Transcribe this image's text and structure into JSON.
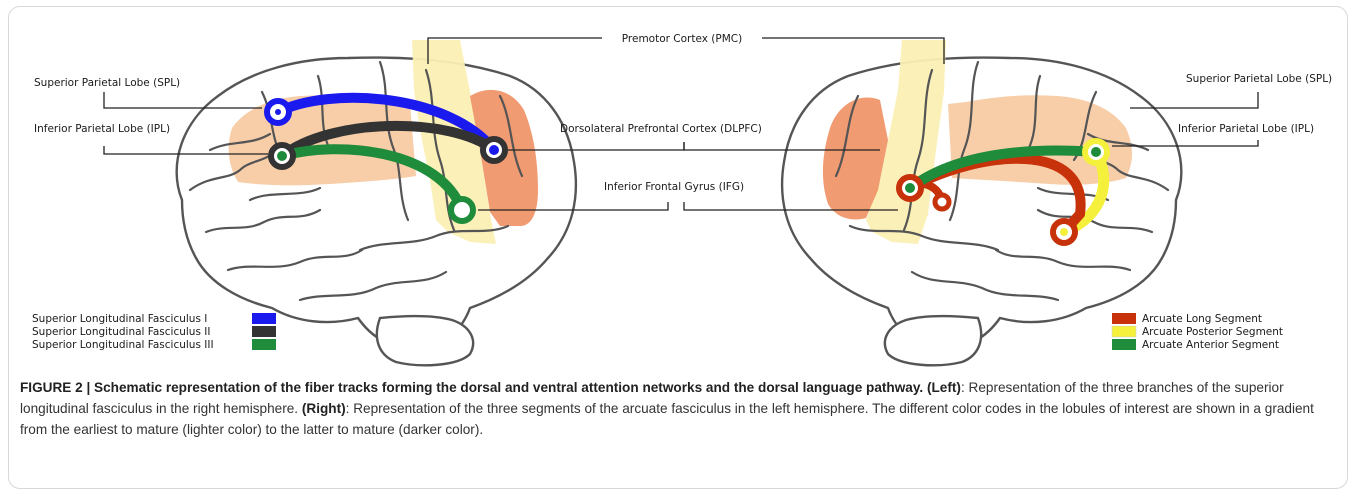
{
  "labels": {
    "pmc": "Premotor Cortex (PMC)",
    "spl_left": "Superior Parietal Lobe (SPL)",
    "ipl_left": "Inferior Parietal Lobe (IPL)",
    "dlpfc": "Dorsolateral Prefrontal Cortex (DLPFC)",
    "ifg": "Inferior Frontal Gyrus (IFG)",
    "spl_right": "Superior Parietal Lobe (SPL)",
    "ipl_right": "Inferior Parietal Lobe (IPL)"
  },
  "legend_left": [
    {
      "label": "Superior Longitudinal Fasciculus I",
      "color": "#1a1aee"
    },
    {
      "label": "Superior Longitudinal Fasciculus II",
      "color": "#333333"
    },
    {
      "label": "Superior Longitudinal Fasciculus III",
      "color": "#1e8c3a"
    }
  ],
  "legend_right": [
    {
      "label": "Arcuate Long Segment",
      "color": "#c8320a"
    },
    {
      "label": "Arcuate Posterior Segment",
      "color": "#f4f03c"
    },
    {
      "label": "Arcuate Anterior Segment",
      "color": "#1e8c3a"
    }
  ],
  "region_colors": {
    "premotor": "#fbf0b4",
    "parietal": "#f7c9a0",
    "prefrontal": "#ee8a5a",
    "brain_outline": "#5a5a5a"
  },
  "caption": {
    "title": "FIGURE 2 | Schematic representation of the fiber tracks forming the dorsal and ventral attention networks and the dorsal language pathway.",
    "left_tag": "(Left)",
    "left_text": ": Representation of the three branches of the superior longitudinal fasciculus in the right hemisphere.",
    "right_tag": "(Right)",
    "right_text": ": Representation of the three segments of the arcuate fasciculus in the left hemisphere. The different color codes in the lobules of interest are shown in a gradient from the earliest to mature (lighter color) to the latter to mature (darker color)."
  }
}
